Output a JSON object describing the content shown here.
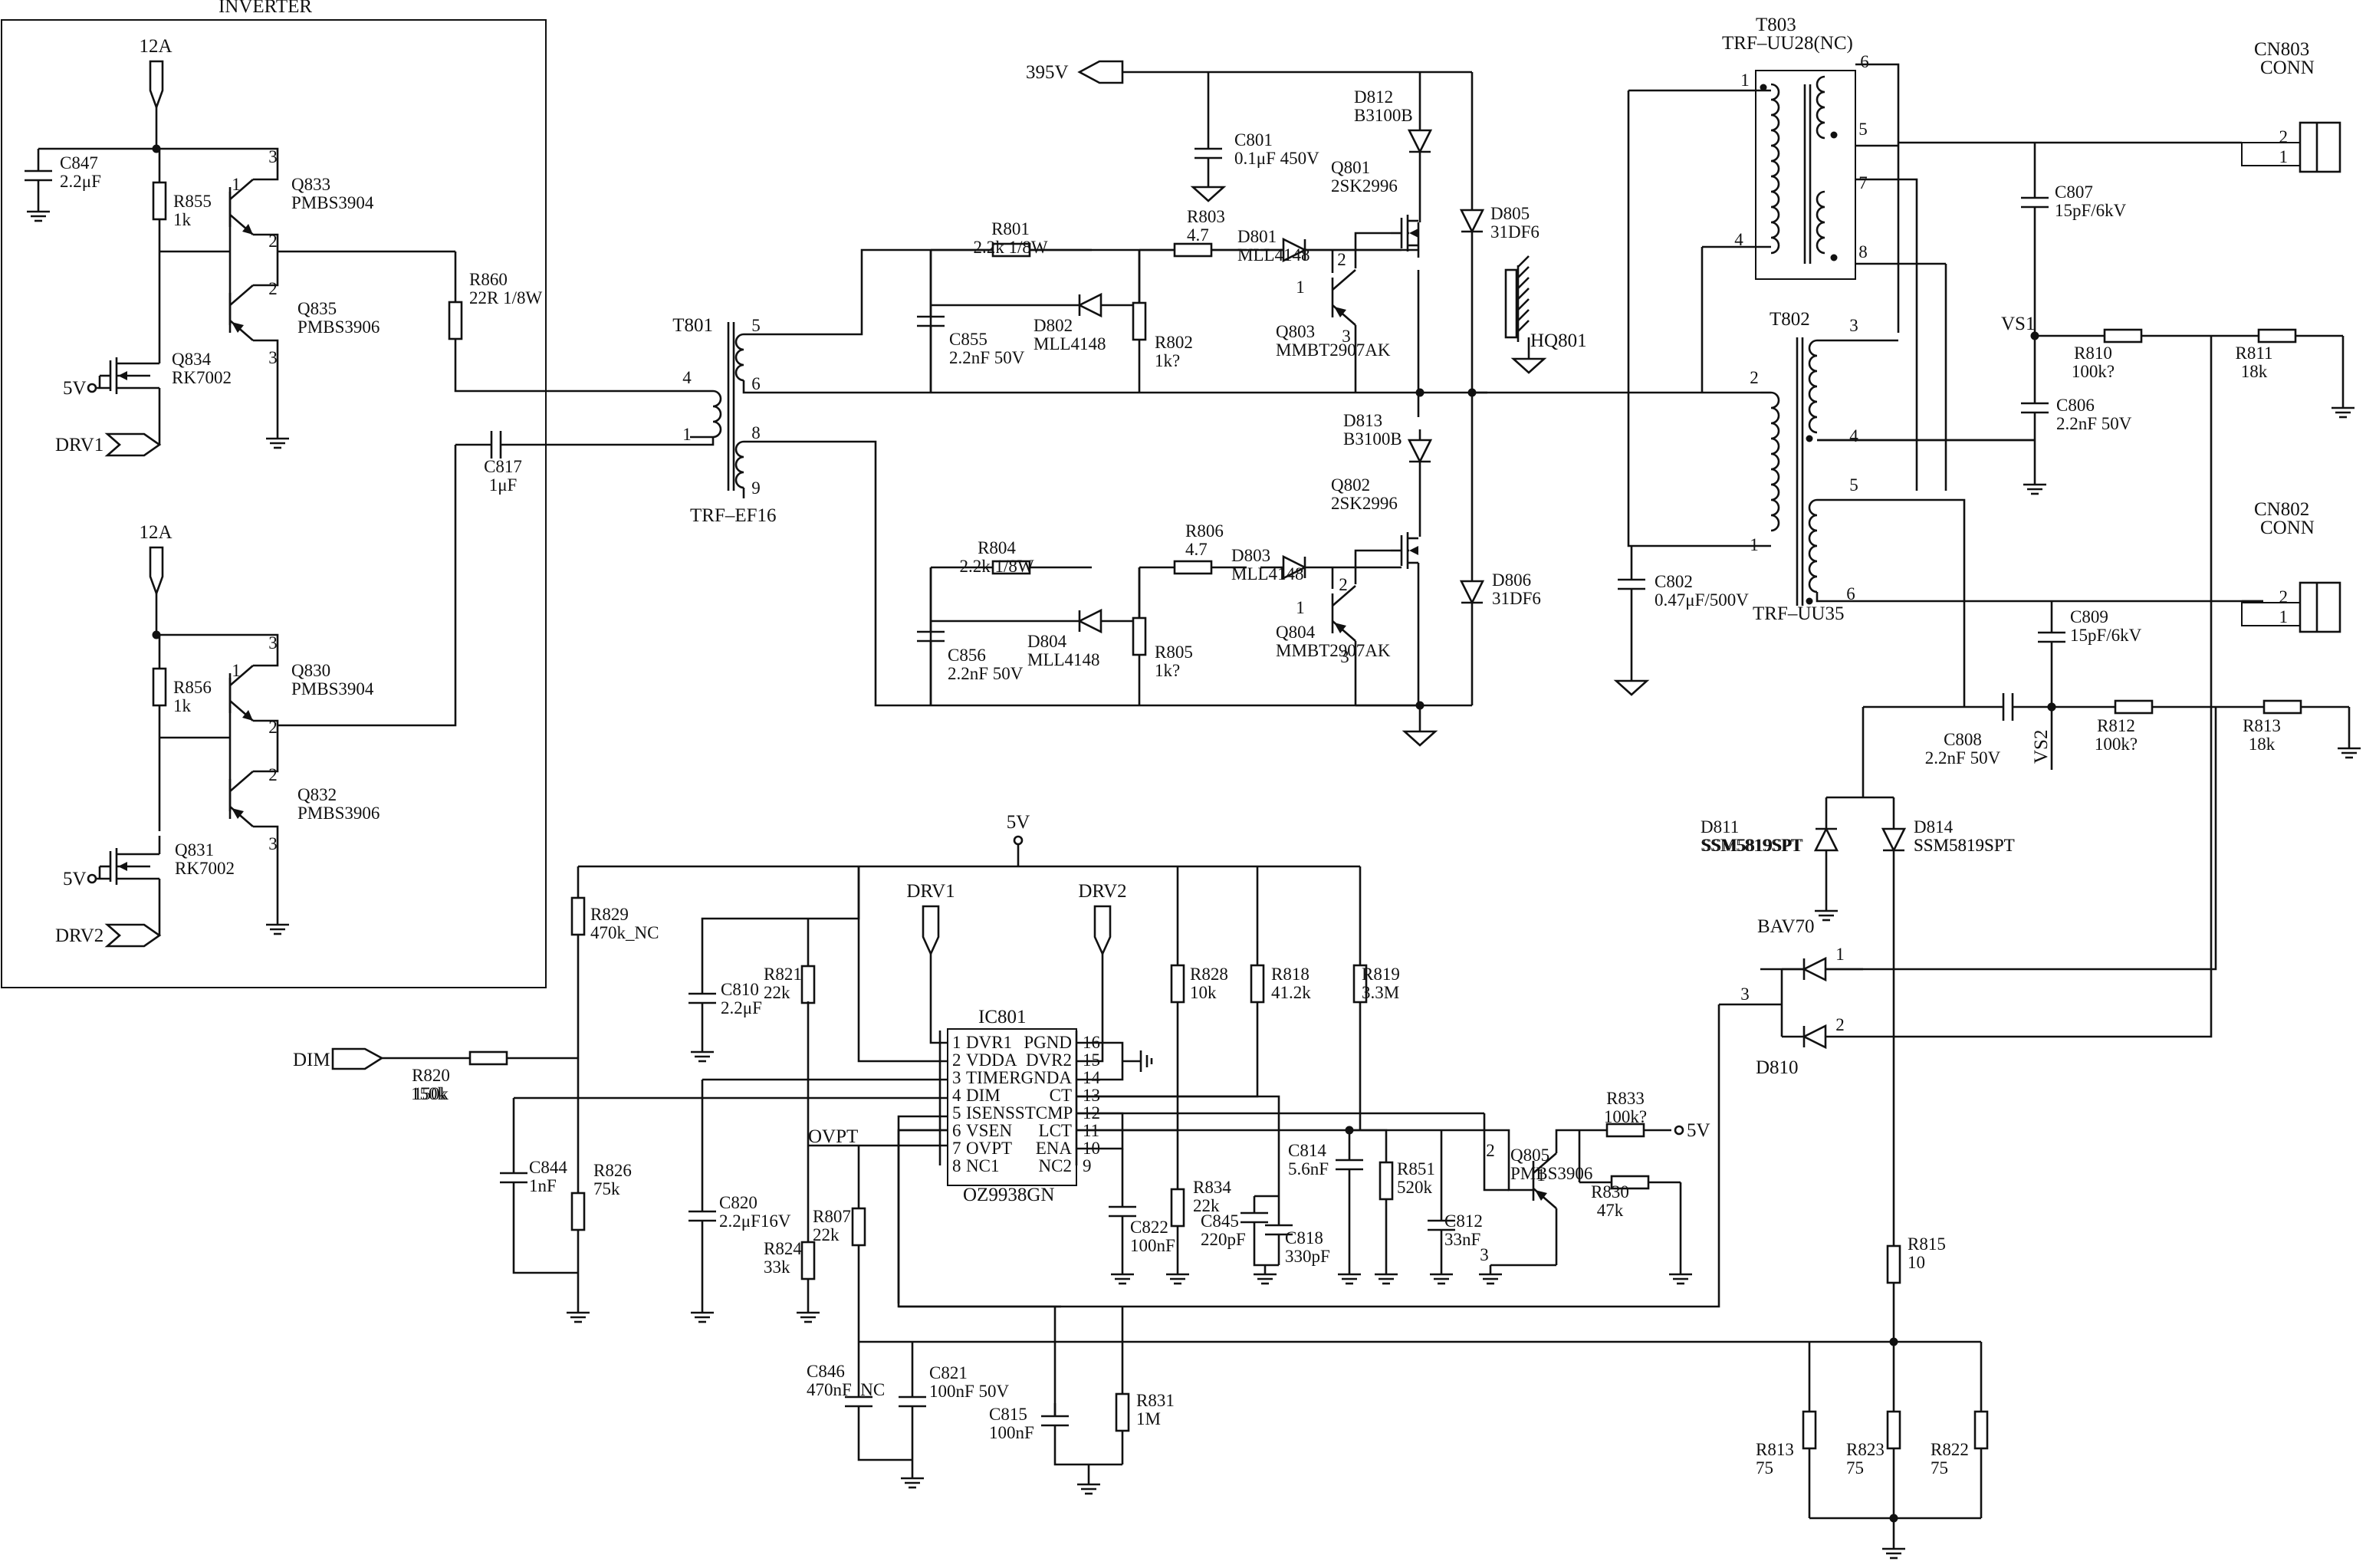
{
  "labels": {
    "inverter": "INVERTER",
    "v12a": "12A",
    "v5": "5V",
    "drv1": "DRV1",
    "drv2": "DRV2",
    "v395": "395V",
    "dim": "DIM",
    "ovpt": "OVPT",
    "vs1": "VS1",
    "vs2": "VS2",
    "hq801": "HQ801",
    "bav70": "BAV70",
    "d810": "D810"
  },
  "components": [
    {
      "ref": "C847",
      "value": "2.2μF"
    },
    {
      "ref": "R855",
      "value": "1k"
    },
    {
      "ref": "Q833",
      "value": "PMBS3904"
    },
    {
      "ref": "Q835",
      "value": "PMBS3906"
    },
    {
      "ref": "Q834",
      "value": "RK7002"
    },
    {
      "ref": "R860",
      "value": "22R 1/8W"
    },
    {
      "ref": "C817",
      "value": "1μF"
    },
    {
      "ref": "R856",
      "value": "1k"
    },
    {
      "ref": "Q830",
      "value": "PMBS3904"
    },
    {
      "ref": "Q832",
      "value": "PMBS3906"
    },
    {
      "ref": "Q831",
      "value": "RK7002"
    },
    {
      "ref": "T801",
      "value": "TRF–EF16"
    },
    {
      "ref": "R801",
      "value": "2.2k 1/8W"
    },
    {
      "ref": "R803",
      "value": "4.7"
    },
    {
      "ref": "D801",
      "value": "MLL4148"
    },
    {
      "ref": "C855",
      "value": "2.2nF 50V"
    },
    {
      "ref": "D802",
      "value": "MLL4148"
    },
    {
      "ref": "R802",
      "value": "1k?"
    },
    {
      "ref": "Q803",
      "value": "MMBT2907AK"
    },
    {
      "ref": "R804",
      "value": "2.2k 1/8W"
    },
    {
      "ref": "R806",
      "value": "4.7"
    },
    {
      "ref": "D803",
      "value": "MLL4148"
    },
    {
      "ref": "C856",
      "value": "2.2nF 50V"
    },
    {
      "ref": "D804",
      "value": "MLL4148"
    },
    {
      "ref": "R805",
      "value": "1k?"
    },
    {
      "ref": "Q804",
      "value": "MMBT2907AK"
    },
    {
      "ref": "C801",
      "value": "0.1μF 450V"
    },
    {
      "ref": "D812",
      "value": "B3100B"
    },
    {
      "ref": "Q801",
      "value": "2SK2996"
    },
    {
      "ref": "D805",
      "value": "31DF6"
    },
    {
      "ref": "D813",
      "value": "B3100B"
    },
    {
      "ref": "Q802",
      "value": "2SK2996"
    },
    {
      "ref": "D806",
      "value": "31DF6"
    },
    {
      "ref": "T803",
      "value": "TRF–UU28(NC)"
    },
    {
      "ref": "T802",
      "value": "TRF–UU35"
    },
    {
      "ref": "C802",
      "value": "0.47μF/500V"
    },
    {
      "ref": "CN803",
      "value": "CONN"
    },
    {
      "ref": "CN802",
      "value": "CONN"
    },
    {
      "ref": "C807",
      "value": "15pF/6kV"
    },
    {
      "ref": "C806",
      "value": "2.2nF 50V"
    },
    {
      "ref": "R810",
      "value": "100k?"
    },
    {
      "ref": "R811",
      "value": "18k"
    },
    {
      "ref": "C809",
      "value": "15pF/6kV"
    },
    {
      "ref": "C808",
      "value": "2.2nF 50V"
    },
    {
      "ref": "R812",
      "value": "100k?"
    },
    {
      "ref": "R813",
      "value": "18k"
    },
    {
      "ref": "D811",
      "value": "SSM5819SPT"
    },
    {
      "ref": "D814",
      "value": "SSM5819SPT"
    },
    {
      "ref": "R829",
      "value": "470k_NC"
    },
    {
      "ref": "C810",
      "value": "2.2μF"
    },
    {
      "ref": "R821",
      "value": "22k"
    },
    {
      "ref": "R828",
      "value": "10k"
    },
    {
      "ref": "R818",
      "value": "41.2k"
    },
    {
      "ref": "R819",
      "value": "3.3M"
    },
    {
      "ref": "R820",
      "value": "150k"
    },
    {
      "ref": "C844",
      "value": "1nF"
    },
    {
      "ref": "R826",
      "value": "75k"
    },
    {
      "ref": "C820",
      "value": "2.2μF16V"
    },
    {
      "ref": "R807",
      "value": "22k"
    },
    {
      "ref": "R824",
      "value": "33k"
    },
    {
      "ref": "R834",
      "value": "22k"
    },
    {
      "ref": "C822",
      "value": "100nF"
    },
    {
      "ref": "C845",
      "value": "220pF"
    },
    {
      "ref": "C818",
      "value": "330pF"
    },
    {
      "ref": "C814",
      "value": "5.6nF"
    },
    {
      "ref": "R851",
      "value": "520k"
    },
    {
      "ref": "C812",
      "value": "33nF"
    },
    {
      "ref": "R833",
      "value": "100k?"
    },
    {
      "ref": "Q805",
      "value": "PMBS3906"
    },
    {
      "ref": "R830",
      "value": "47k"
    },
    {
      "ref": "R815",
      "value": "10"
    },
    {
      "ref": "C846",
      "value": "470nF_NC"
    },
    {
      "ref": "C821",
      "value": "100nF 50V"
    },
    {
      "ref": "C815",
      "value": "100nF"
    },
    {
      "ref": "R831",
      "value": "1M"
    },
    {
      "ref": "R813b",
      "value": "75"
    },
    {
      "ref": "R823",
      "value": "75"
    },
    {
      "ref": "R822",
      "value": "75"
    }
  ],
  "ic": {
    "ref": "IC801",
    "part": "OZ9938GN",
    "left_pins": [
      {
        "num": "1",
        "name": "DVR1"
      },
      {
        "num": "2",
        "name": "VDDA"
      },
      {
        "num": "3",
        "name": "TIMER"
      },
      {
        "num": "4",
        "name": "DIM"
      },
      {
        "num": "5",
        "name": "ISENSSTCMP"
      },
      {
        "num": "6",
        "name": "VSEN"
      },
      {
        "num": "7",
        "name": "OVPT"
      },
      {
        "num": "8",
        "name": "NC1"
      }
    ],
    "right_pins": [
      {
        "num": "16",
        "name": "PGND"
      },
      {
        "num": "15",
        "name": "DVR2"
      },
      {
        "num": "14",
        "name": "GNDA"
      },
      {
        "num": "13",
        "name": "CT"
      },
      {
        "num": "12",
        "name": ""
      },
      {
        "num": "11",
        "name": "LCT"
      },
      {
        "num": "10",
        "name": "ENA"
      },
      {
        "num": "9",
        "name": "NC2"
      }
    ]
  },
  "pins": {
    "t801": [
      "4",
      "1",
      "5",
      "6",
      "8",
      "9"
    ],
    "t802": [
      "3",
      "4",
      "2",
      "1",
      "5",
      "6"
    ],
    "t803": [
      "1",
      "4",
      "6",
      "5",
      "7",
      "8"
    ],
    "cn803": [
      "2",
      "1"
    ],
    "cn802": [
      "2",
      "1"
    ],
    "bav70": [
      "1",
      "2",
      "3"
    ]
  }
}
